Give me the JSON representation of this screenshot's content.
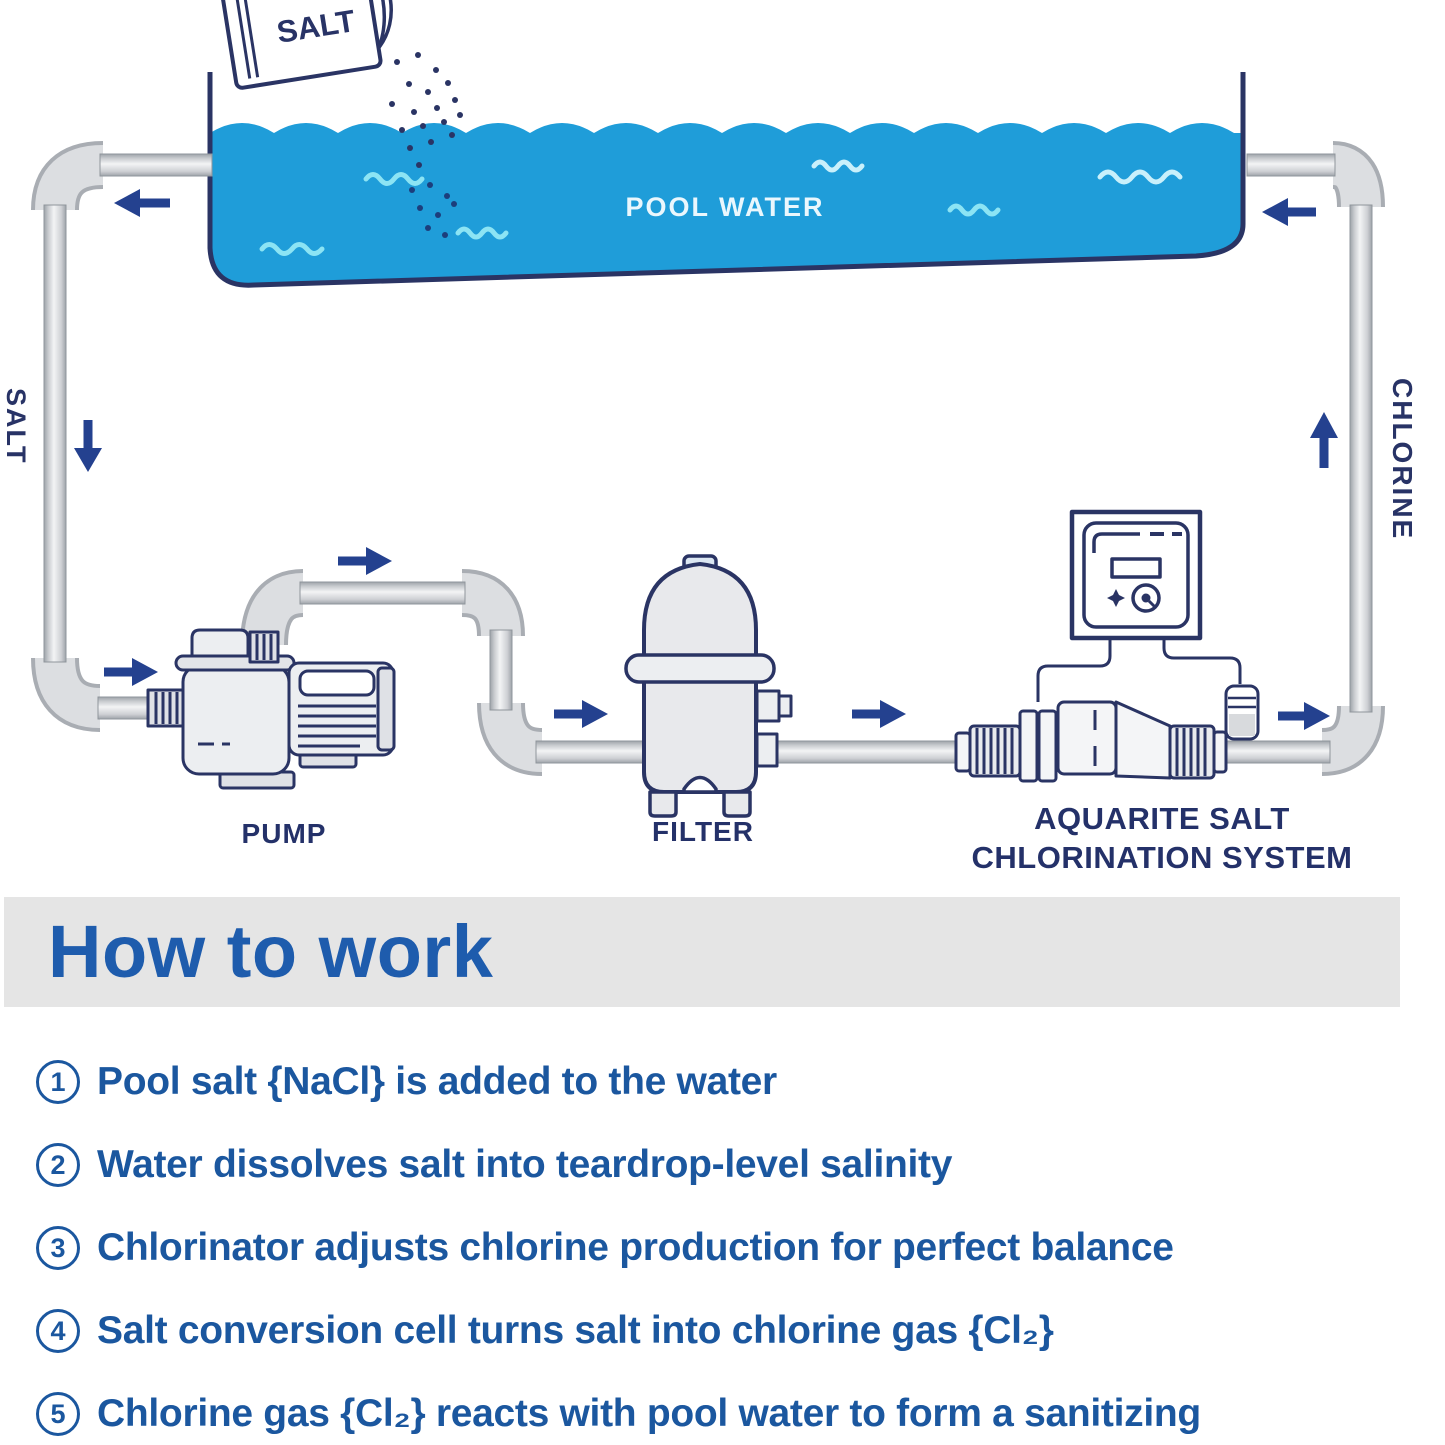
{
  "colors": {
    "pool_blue": "#1f9dd9",
    "wave_light": "#8ce4f4",
    "outline_navy": "#2a3464",
    "arrow_blue": "#24418f",
    "label_navy": "#243169",
    "banner_gray": "#e5e5e5",
    "heading_blue": "#1e5cad",
    "step_blue": "#1b579f",
    "pipe_gray": "#d9dbde"
  },
  "icons": {
    "flow_arrows": "directional flow arrows (left, down, right, up) along the pipe loop",
    "salt_grains": "falling salt grain dots",
    "water_waves": "wave squiggle marks in pool water"
  },
  "diagram": {
    "pool_water_label": "POOL WATER",
    "salt_bag_label": "SALT",
    "salt_pipe_label": "SALT",
    "chlorine_pipe_label": "CHLORINE",
    "pump_label": "PUMP",
    "filter_label": "FILTER",
    "chlorinator_label_line1": "AQUARITE SALT",
    "chlorinator_label_line2": "CHLORINATION SYSTEM"
  },
  "how_to_work": {
    "heading": "How to work",
    "steps": [
      {
        "num": "1",
        "text": "Pool salt {NaCl} is added to the water"
      },
      {
        "num": "2",
        "text": "Water dissolves salt into teardrop-level salinity"
      },
      {
        "num": "3",
        "text": "Chlorinator adjusts chlorine production for perfect balance"
      },
      {
        "num": "4",
        "text": "Salt conversion cell turns salt into chlorine gas {Cl₂}"
      },
      {
        "num": "5",
        "text": "Chlorine gas {Cl₂} reacts with pool water to form a sanitizing"
      }
    ]
  }
}
